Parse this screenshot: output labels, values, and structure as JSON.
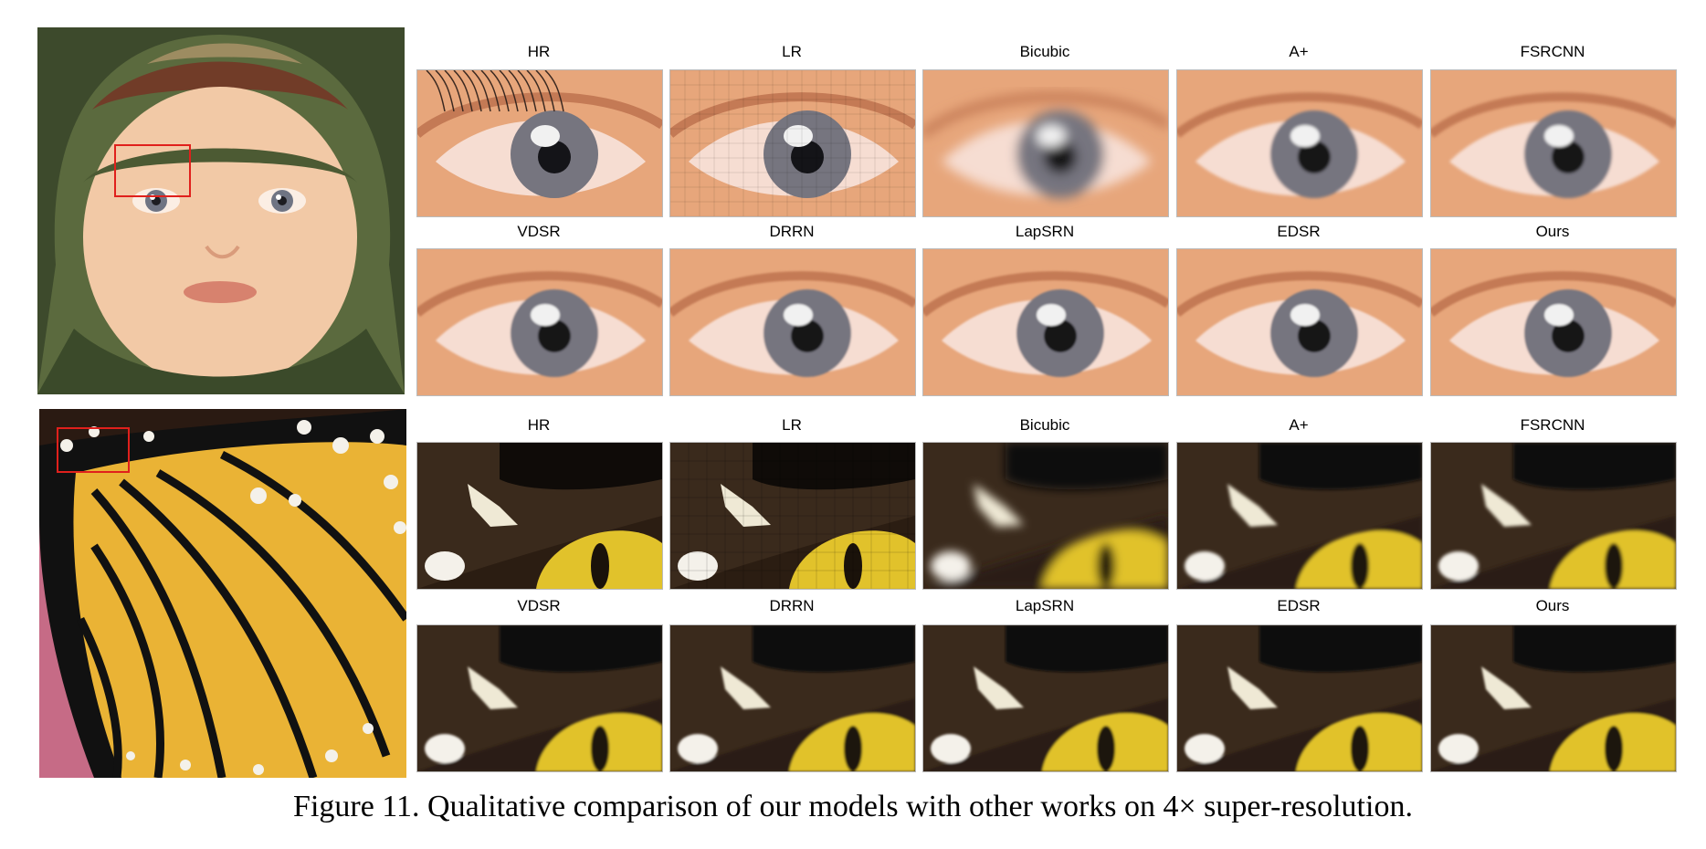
{
  "figure": {
    "caption": "Figure 11. Qualitative comparison of our models with other works on 4× super-resolution."
  },
  "baby": {
    "row1": [
      "HR",
      "LR",
      "Bicubic",
      "A+",
      "FSRCNN"
    ],
    "row2": [
      "VDSR",
      "DRRN",
      "LapSRN",
      "EDSR",
      "Ours"
    ]
  },
  "butterfly": {
    "row1": [
      "HR",
      "LR",
      "Bicubic",
      "A+",
      "FSRCNN"
    ],
    "row2": [
      "VDSR",
      "DRRN",
      "LapSRN",
      "EDSR",
      "Ours"
    ]
  },
  "colors": {
    "roi_box": "#e0201c"
  }
}
